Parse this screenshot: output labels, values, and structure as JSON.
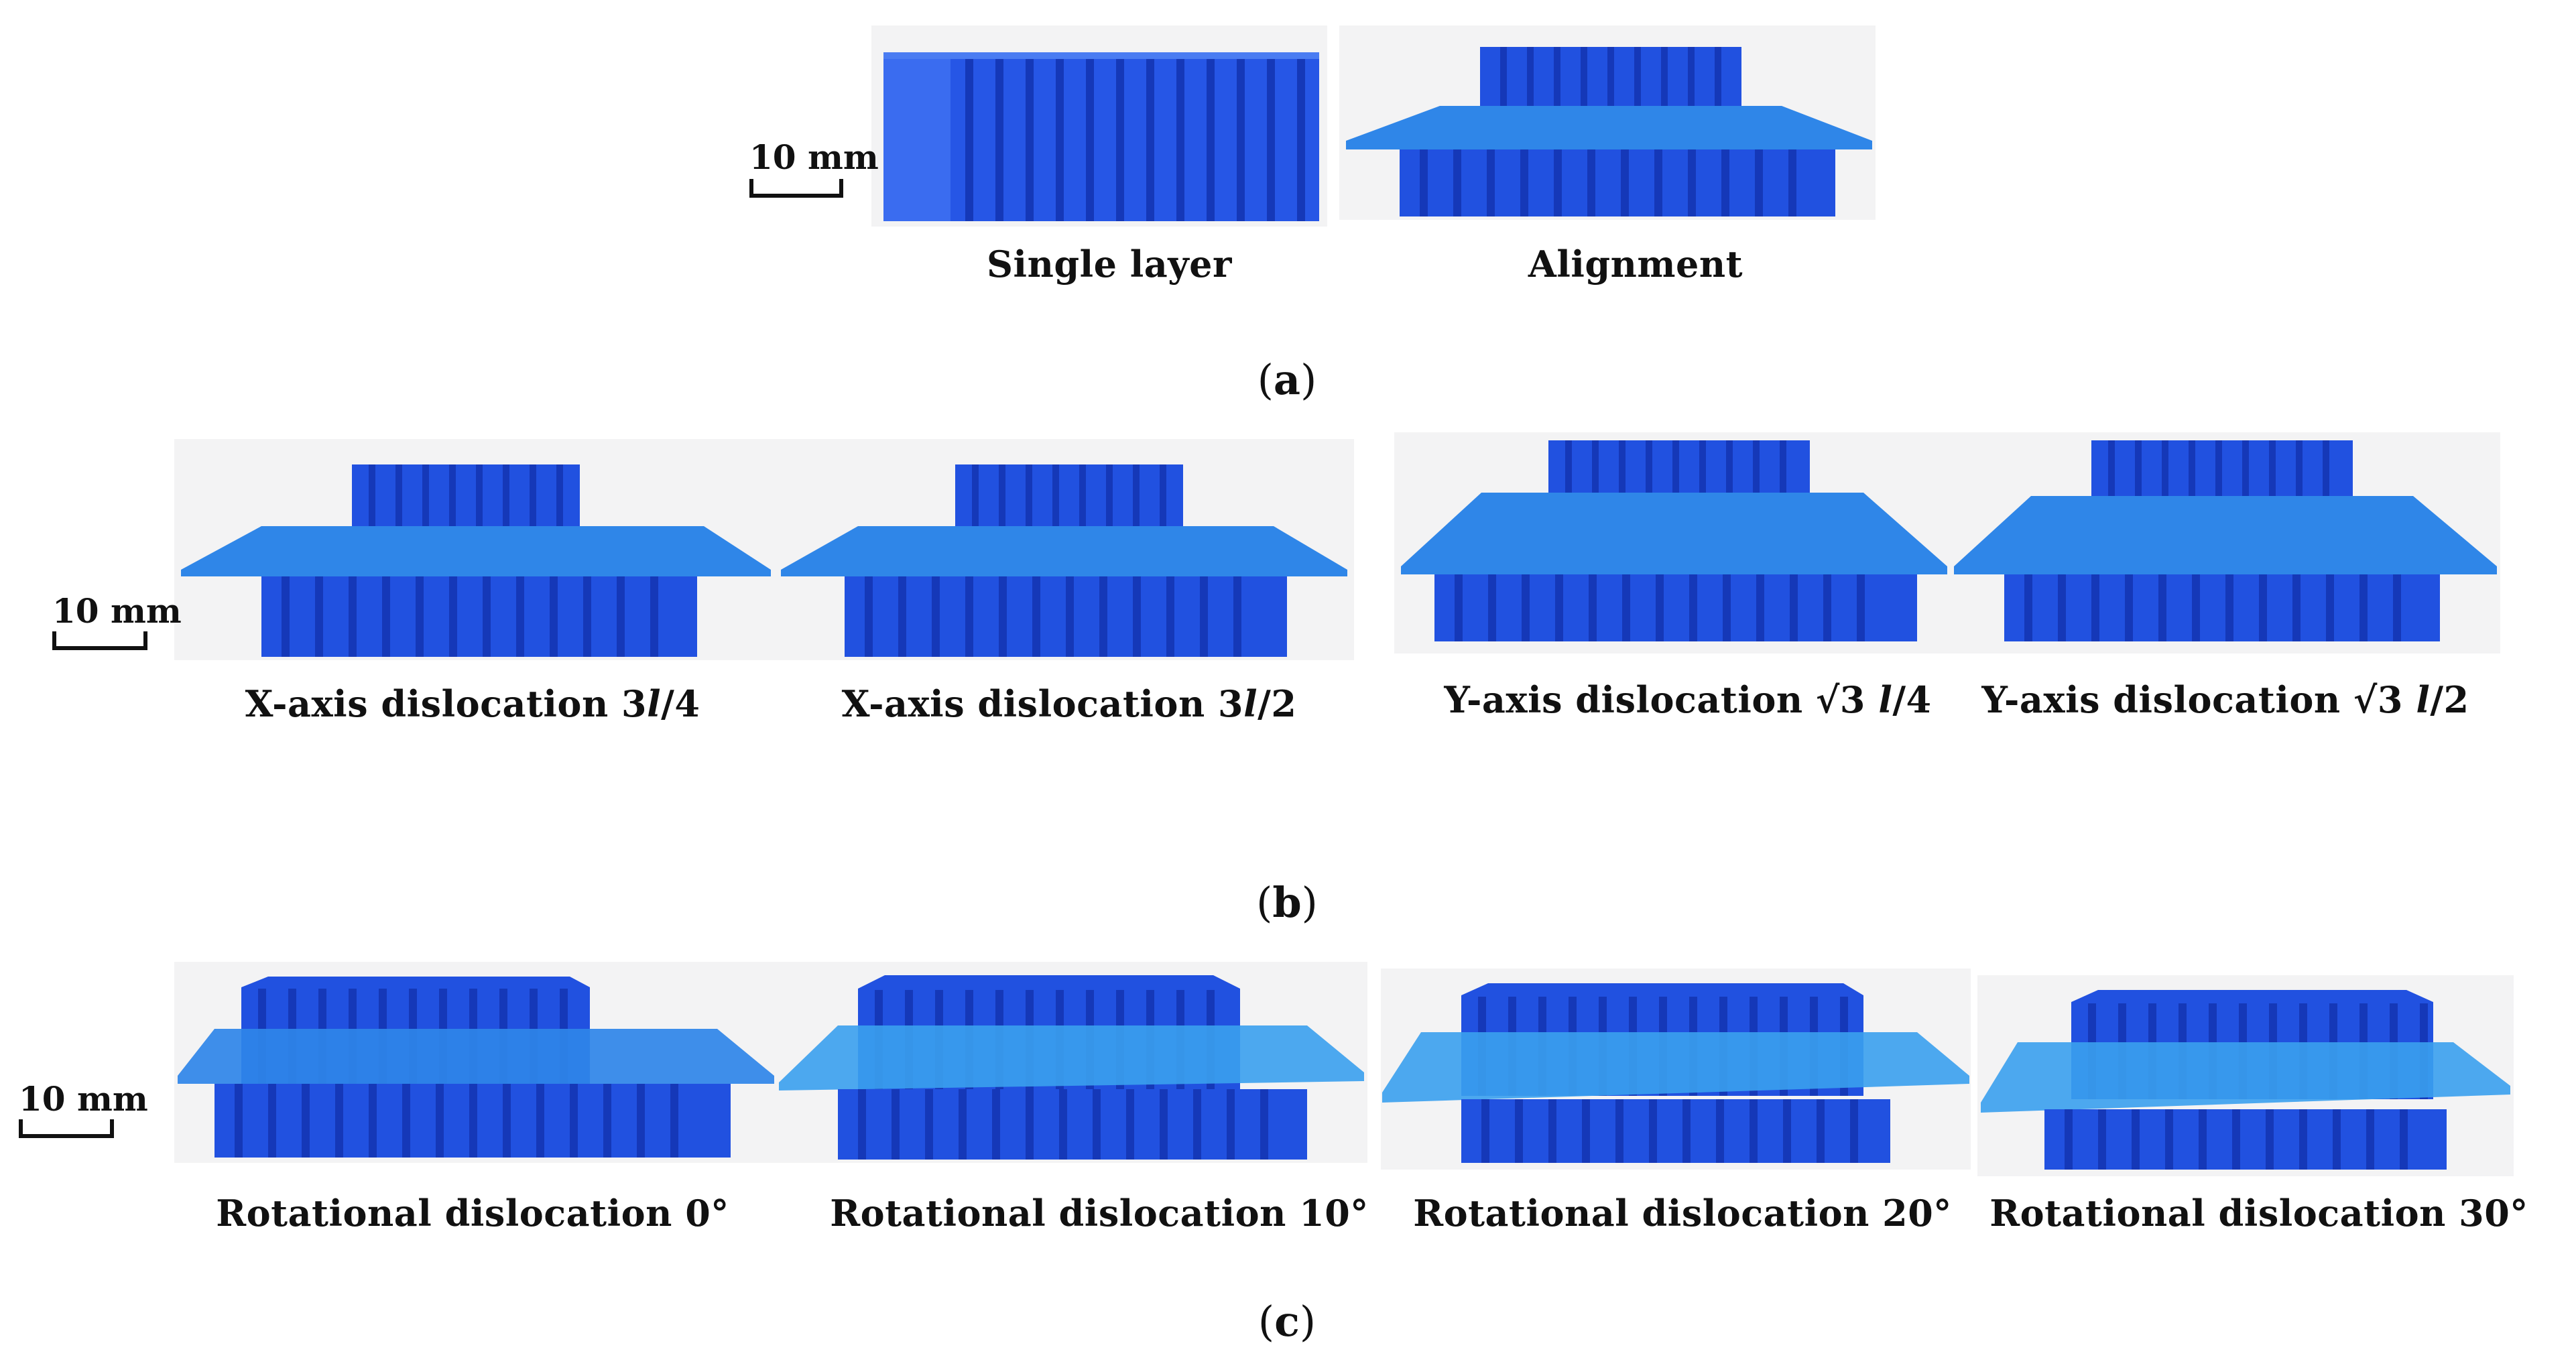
{
  "scale_label": "10 mm",
  "panels": {
    "a": {
      "label": "a",
      "captions": [
        "Single layer",
        "Alignment"
      ]
    },
    "b": {
      "label": "b",
      "captions": [
        {
          "prefix": "X-axis dislocation 3",
          "var": "l",
          "suffix": "/4"
        },
        {
          "prefix": "X-axis dislocation 3",
          "var": "l",
          "suffix": "/2"
        },
        {
          "prefix": "Y-axis dislocation ",
          "root": "√3",
          "var": "l",
          "suffix": "/4"
        },
        {
          "prefix": "Y-axis dislocation ",
          "root": "√3",
          "var": "l",
          "suffix": "/2"
        }
      ]
    },
    "c": {
      "label": "c",
      "captions": [
        "Rotational dislocation 0°",
        "Rotational dislocation 10°",
        "Rotational dislocation 20°",
        "Rotational dislocation 30°"
      ]
    }
  },
  "colors": {
    "specimen_blue": "#1f4fe0",
    "specimen_dark": "#1636b0",
    "plate_blue": "#2f86e8",
    "background": "#f3f3f4"
  }
}
